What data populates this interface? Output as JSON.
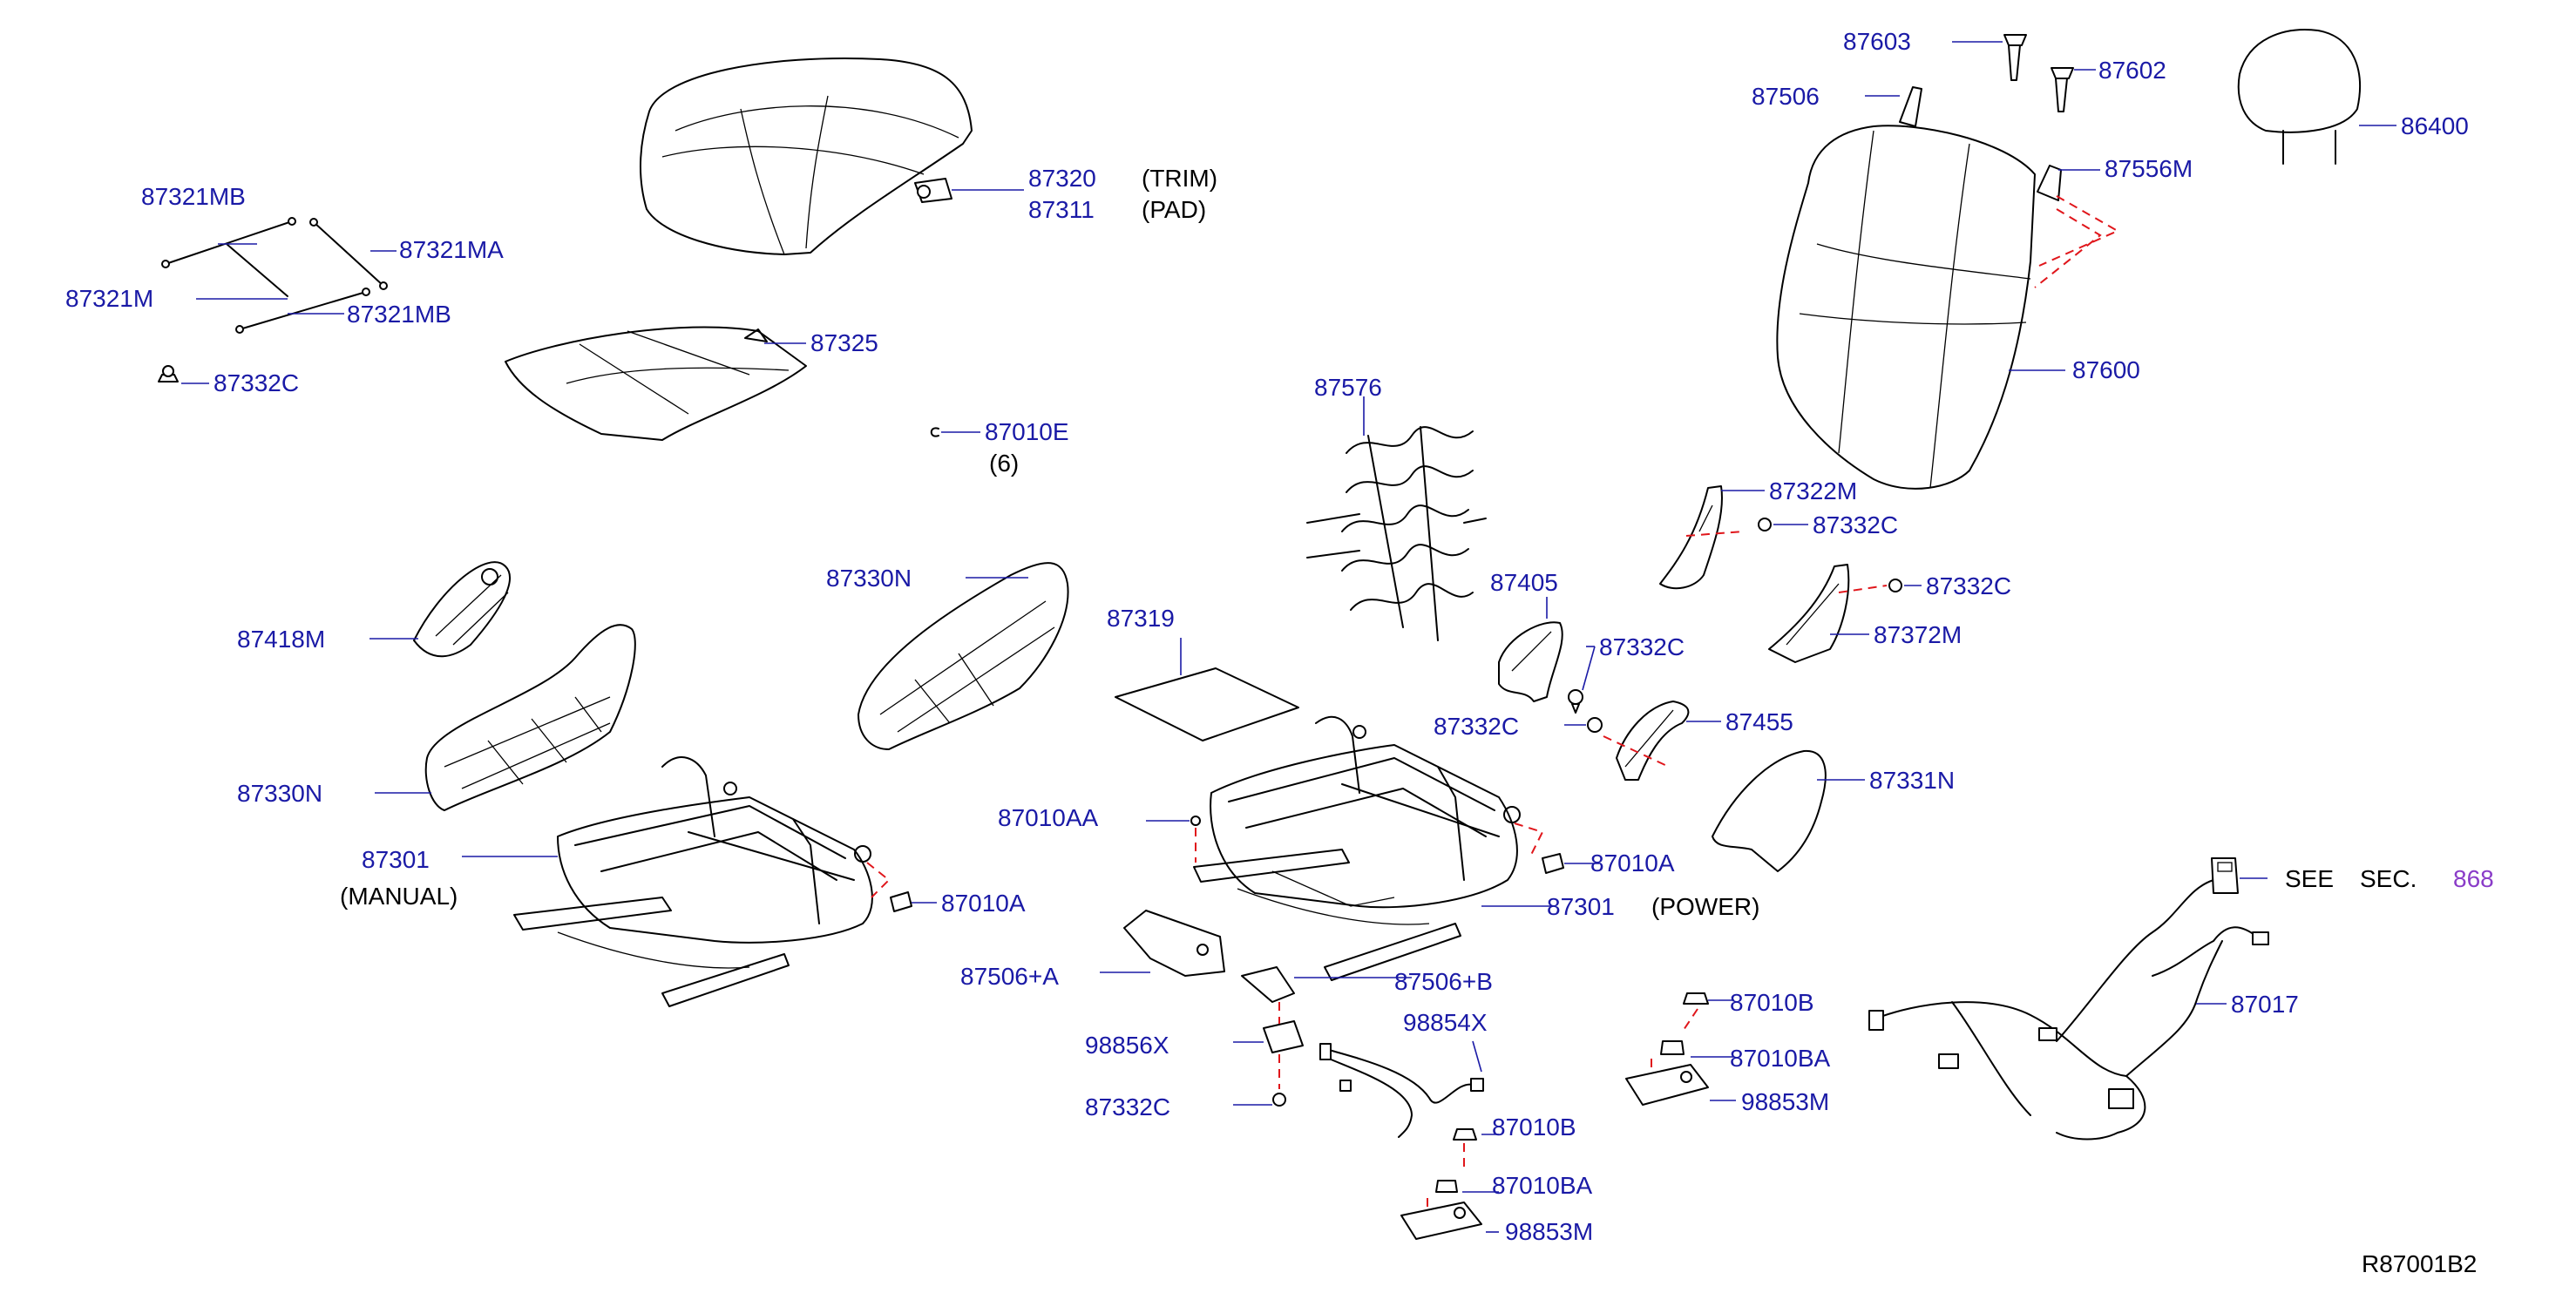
{
  "diagram_id": "R87001B2",
  "colors": {
    "part_label": "#1a1aa6",
    "note_text": "#000000",
    "section_link": "#8a3cc8",
    "linework": "#000000",
    "hidden_lines": "#e0161b"
  },
  "labels": {
    "p87603": "87603",
    "p87602": "87602",
    "p87506": "87506",
    "p86400": "86400",
    "p87556M": "87556M",
    "p87600": "87600",
    "p87320": "87320",
    "p87311": "87311",
    "p87321MB_a": "87321MB",
    "p87321MA": "87321MA",
    "p87321M": "87321M",
    "p87321MB_b": "87321MB",
    "p87325": "87325",
    "p87332C_a": "87332C",
    "p87010E": "87010E",
    "p87576": "87576",
    "p87322M": "87322M",
    "p87332C_b": "87332C",
    "p87332C_c": "87332C",
    "p87372M": "87372M",
    "p87405": "87405",
    "p87332C_d": "87332C",
    "p87332C_e": "87332C",
    "p87455": "87455",
    "p87331N": "87331N",
    "p87330N_a": "87330N",
    "p87418M": "87418M",
    "p87330N_b": "87330N",
    "p87319": "87319",
    "p87301_a": "87301",
    "p87010A_a": "87010A",
    "p87010AA": "87010AA",
    "p87010A_b": "87010A",
    "p87301_b": "87301",
    "p87506A": "87506+A",
    "p87506B": "87506+B",
    "p98856X": "98856X",
    "p98854X": "98854X",
    "p87332C_f": "87332C",
    "p87010B_a": "87010B",
    "p87010BA_a": "87010BA",
    "p98853M_a": "98853M",
    "p87010B_b": "87010B",
    "p87010BA_b": "87010BA",
    "p98853M_b": "98853M",
    "p87017": "87017"
  },
  "notes": {
    "trim": "(TRIM)",
    "pad": "(PAD)",
    "qty_six": "(6)",
    "manual": "(MANUAL)",
    "power": "(POWER)",
    "see": "SEE",
    "sec": "SEC.",
    "sec_number": "868",
    "diagram_code": "R87001B2"
  },
  "icons": [
    "seat-cushion-trim-icon",
    "seat-cushion-pad-icon",
    "seat-back-trim-icon",
    "headrest-icon",
    "seat-frame-icon",
    "wire-harness-icon",
    "seat-belt-buckle-icon",
    "clip-icon",
    "bolt-icon",
    "sensor-icon"
  ]
}
